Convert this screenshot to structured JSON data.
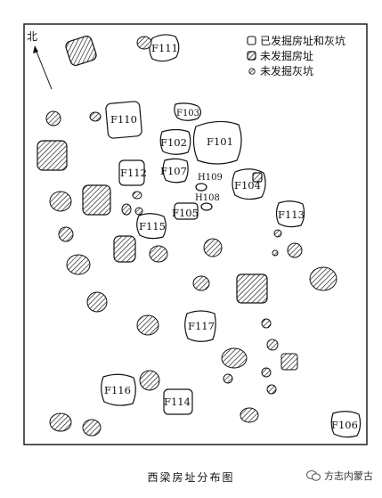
{
  "legend": {
    "excavated_label": "已发掘房址和灰坑",
    "unexcavated_house_label": "未发掘房址",
    "unexcavated_pit_label": "未发掘灰坑"
  },
  "north_label": "北",
  "features": {
    "F111": "F111",
    "F110": "F110",
    "F103": "F103",
    "F102": "F102",
    "F101": "F101",
    "F112": "F112",
    "F107": "F107",
    "H109": "H109",
    "H108": "H108",
    "F104": "F104",
    "F105": "F105",
    "F113": "F113",
    "F115": "F115",
    "F117": "F117",
    "F116": "F116",
    "F114": "F114",
    "F106": "F106"
  },
  "caption": "西梁房址分布图",
  "watermark": "方志内蒙古"
}
